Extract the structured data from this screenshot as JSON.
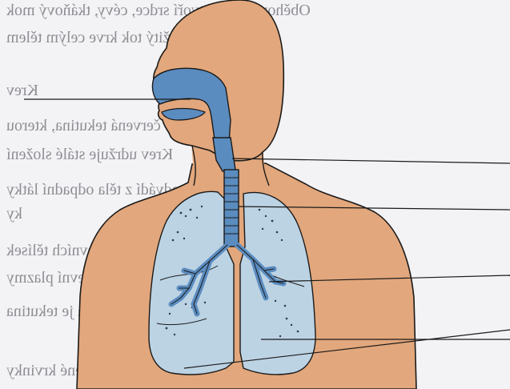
{
  "background_mirrored_text": [
    "Oběhové ústrojí tvoří srdce, cévy, tkáňový mok",
    "zajišťují nepřetržitý tok krve celým tělem",
    "Krev",
    "Krev je červená tekutina, kterou",
    "Krev udržuje stálé složení",
    "Krev odvádí z těla odpadní látky",
    "ky",
    "Krev se skládá z krevních tělísek",
    "tělísek krevní plazmy",
    "Krevní plazma je tekutina",
    "Červené krvinky"
  ],
  "colors": {
    "background": "#f3f3f5",
    "skin": "#e2a77c",
    "airway": "#5b8cc0",
    "lung": "#bcd3e4",
    "outline": "#1a1a1a"
  }
}
